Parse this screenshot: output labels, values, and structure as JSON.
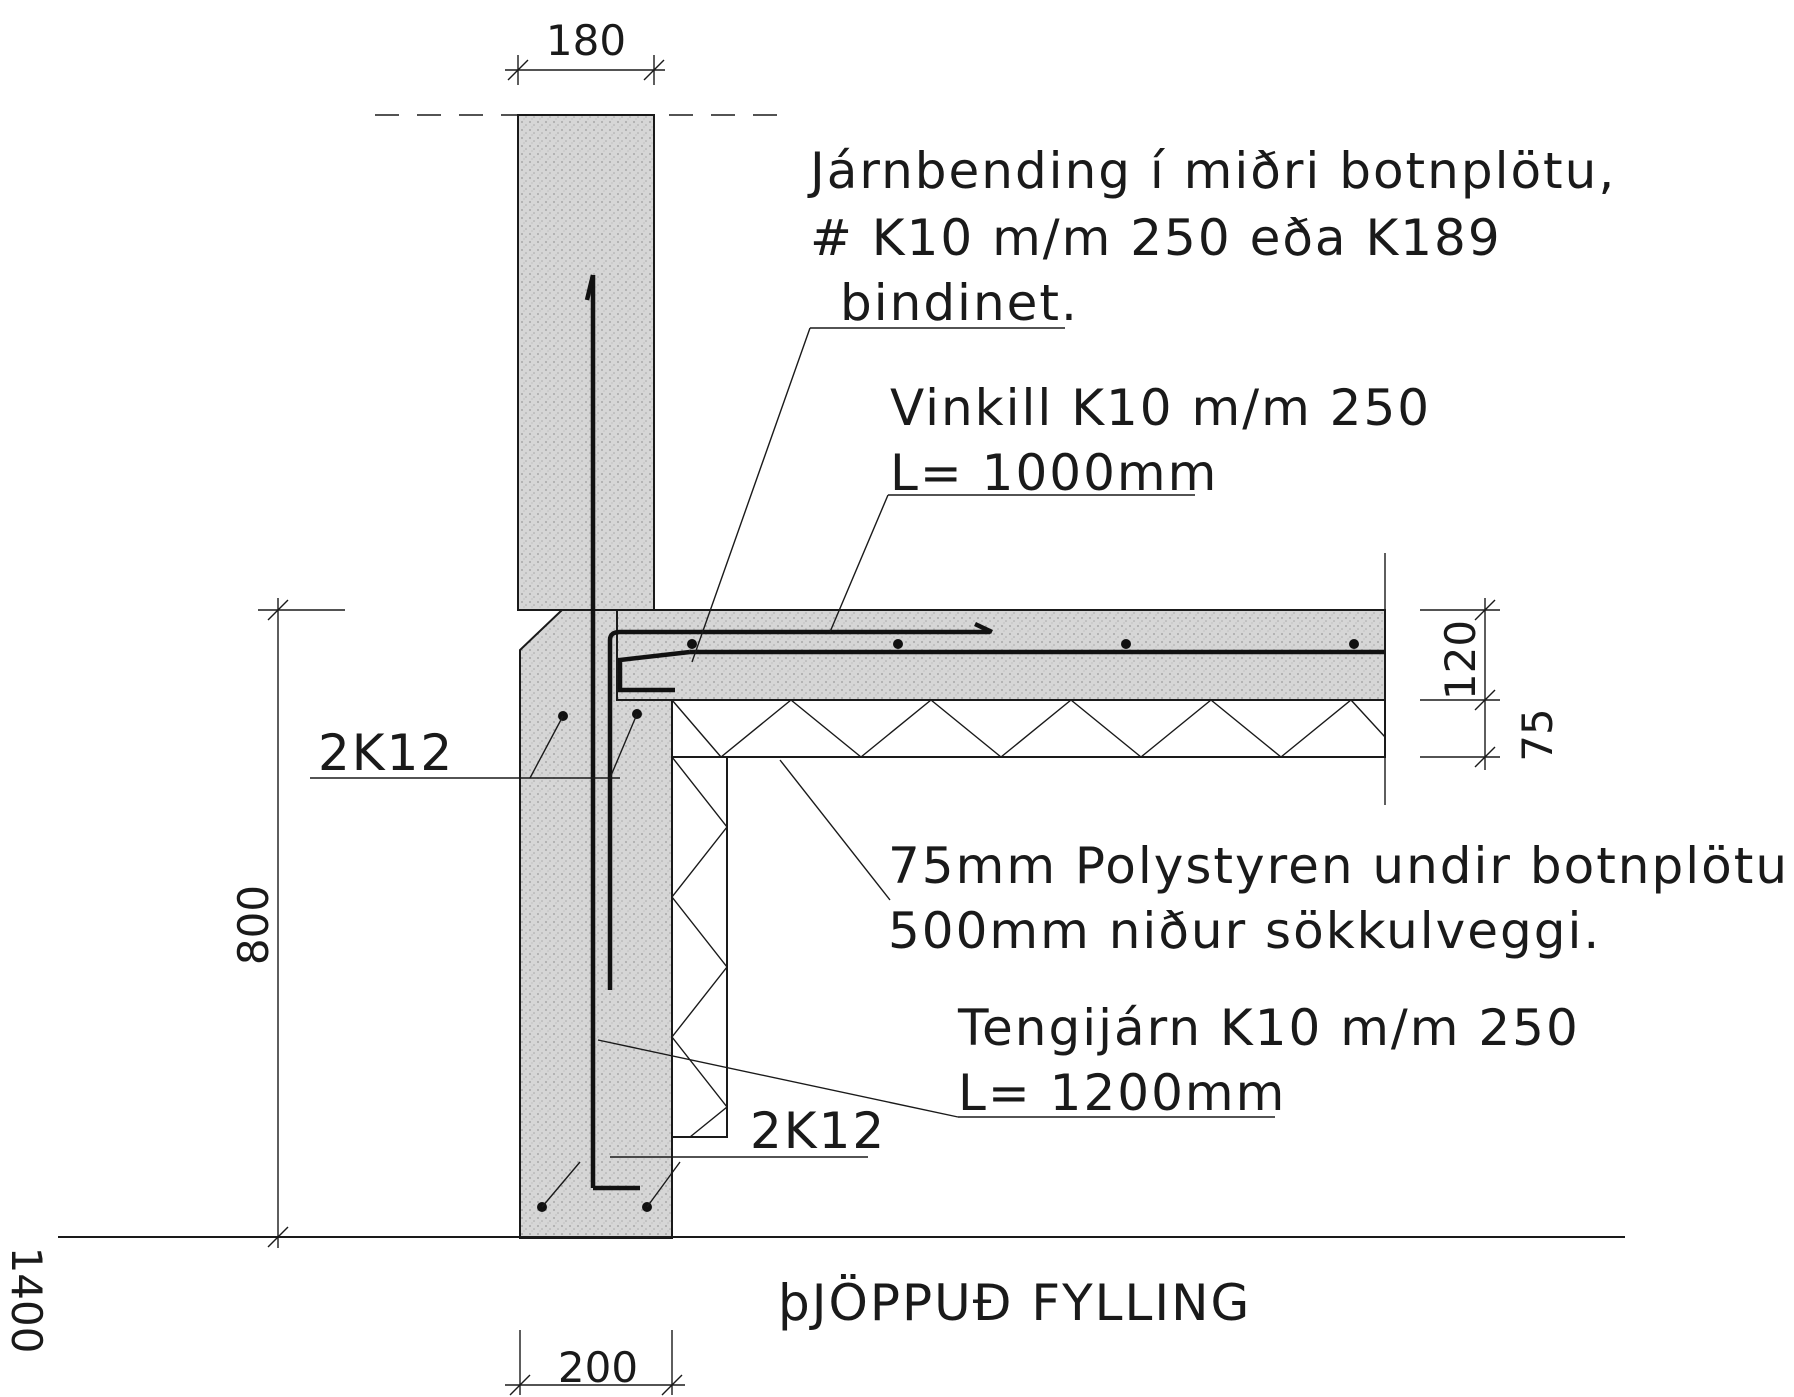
{
  "dimensions": {
    "wall_width": "180",
    "footing_width": "200",
    "footing_height": "800",
    "slab_thickness": "120",
    "insulation_thickness": "75",
    "edge_partial": "1400"
  },
  "labels": {
    "slab_mesh": {
      "line1": "Járnbending í miðri botnplötu,",
      "line2": "# K10 m/m 250   eða   K189",
      "line3": "bindinet."
    },
    "corner_bar": {
      "line1": "Vinkill K10 m/m 250",
      "line2": "L= 1000mm"
    },
    "rebar_top": "2K12",
    "rebar_bottom": "2K12",
    "insulation": {
      "line1": "75mm Polystyren undir botnplötu",
      "line2": "500mm niður sökkulveggi."
    },
    "dowel_bar": {
      "line1": "Tengijárn K10 m/m 250",
      "line2": "L= 1200mm"
    },
    "ground": "þJÖPPUÐ FYLLING"
  }
}
